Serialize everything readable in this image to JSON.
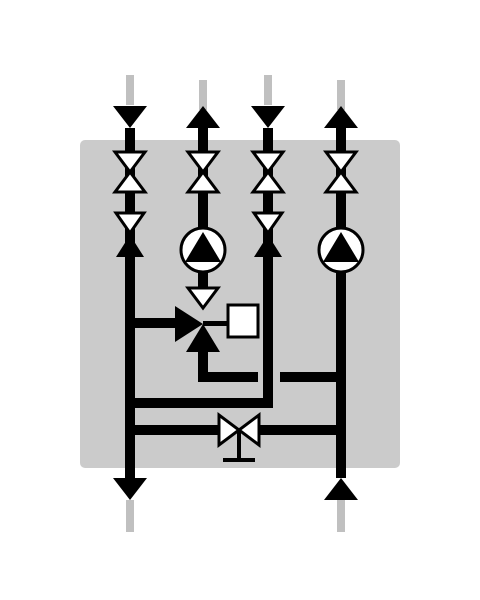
{
  "colors": {
    "background": "#ffffff",
    "panel": "#cbcbcb",
    "pipe": "#000000",
    "pipe_stub": "#c0c0c0",
    "symbol_fill": "#ffffff"
  },
  "diagram": {
    "kind": "hydraulic-manifold-schematic",
    "circuits": [
      {
        "id": "c1",
        "top_flow": "in",
        "bottom_flow": "out",
        "has_pump": false
      },
      {
        "id": "c2",
        "top_flow": "out",
        "has_pump": true
      },
      {
        "id": "c3",
        "top_flow": "in",
        "has_pump": false
      },
      {
        "id": "c4",
        "top_flow": "out",
        "bottom_flow": "in",
        "has_pump": true
      }
    ],
    "components": {
      "isolation-valves": 4,
      "check-valves": 3,
      "pumps": 2,
      "mixing-valve": 1,
      "actuator": 1,
      "bypass-valve": 1
    }
  }
}
